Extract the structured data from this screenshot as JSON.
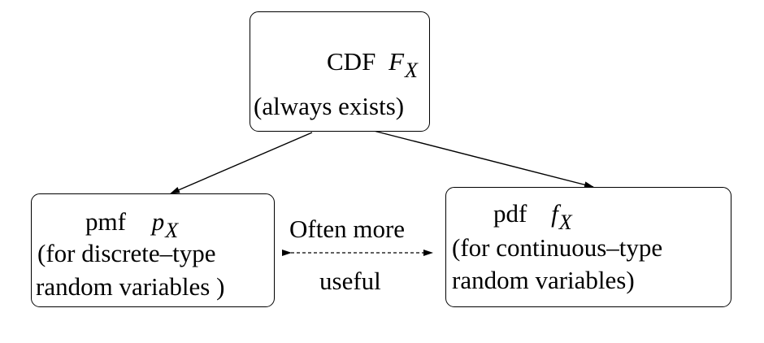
{
  "cdf_box": {
    "title": "CDF",
    "symbol": "F",
    "symbol_sub": "X",
    "note": "(always exists)"
  },
  "pmf_box": {
    "title": "pmf",
    "symbol": "p",
    "symbol_sub": "X",
    "note_line1": "(for discrete–type",
    "note_line2": "random variables )"
  },
  "pdf_box": {
    "title": "pdf",
    "symbol": "f",
    "symbol_sub": "X",
    "note_line1": "(for continuous–type",
    "note_line2": "random variables)"
  },
  "comparison": {
    "line1": "Often more",
    "line2": "useful"
  }
}
